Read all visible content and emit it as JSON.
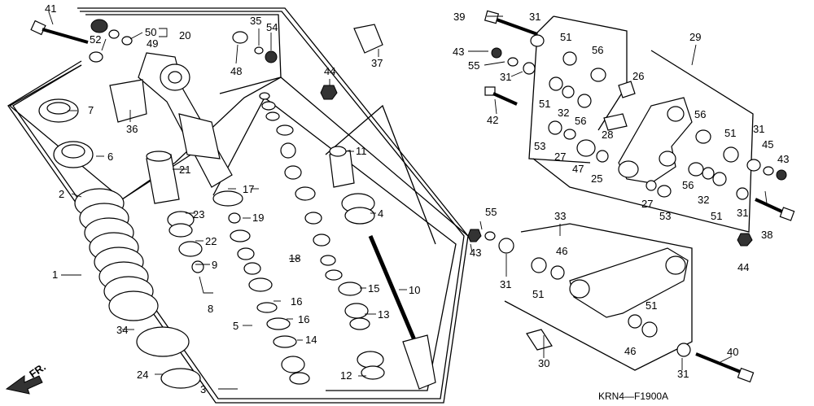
{
  "diagram": {
    "code": "KRN4—F1900A",
    "direction_label": "FR.",
    "callouts": [
      "41",
      "50",
      "20",
      "52",
      "49",
      "35",
      "54",
      "48",
      "37",
      "44",
      "7",
      "36",
      "6",
      "21",
      "17",
      "19",
      "11",
      "2",
      "23",
      "4",
      "22",
      "9",
      "18",
      "15",
      "1",
      "16",
      "13",
      "10",
      "8",
      "5",
      "14",
      "34",
      "24",
      "3",
      "12",
      "39",
      "31",
      "43",
      "55",
      "51",
      "56",
      "26",
      "29",
      "42",
      "32",
      "28",
      "53",
      "27",
      "47",
      "25",
      "45",
      "38",
      "33",
      "46",
      "30",
      "40"
    ]
  }
}
